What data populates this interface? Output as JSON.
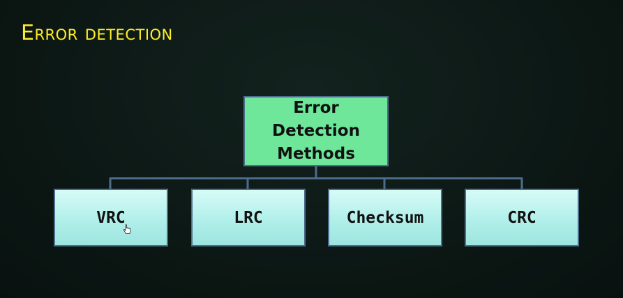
{
  "slide": {
    "title": "Error detection"
  },
  "diagram": {
    "root": {
      "line1": "Error",
      "line2": "Detection",
      "line3": "Methods"
    },
    "children": [
      {
        "label": "VRC"
      },
      {
        "label": "LRC"
      },
      {
        "label": "Checksum"
      },
      {
        "label": "CRC"
      }
    ]
  },
  "colors": {
    "background": "#0e1a17",
    "title": "#ffee2a",
    "root_fill": "#6fe79a",
    "child_fill": "#aeeee9",
    "border": "#4e6d8c"
  },
  "cursor": {
    "icon": "hand-pointer-icon"
  }
}
